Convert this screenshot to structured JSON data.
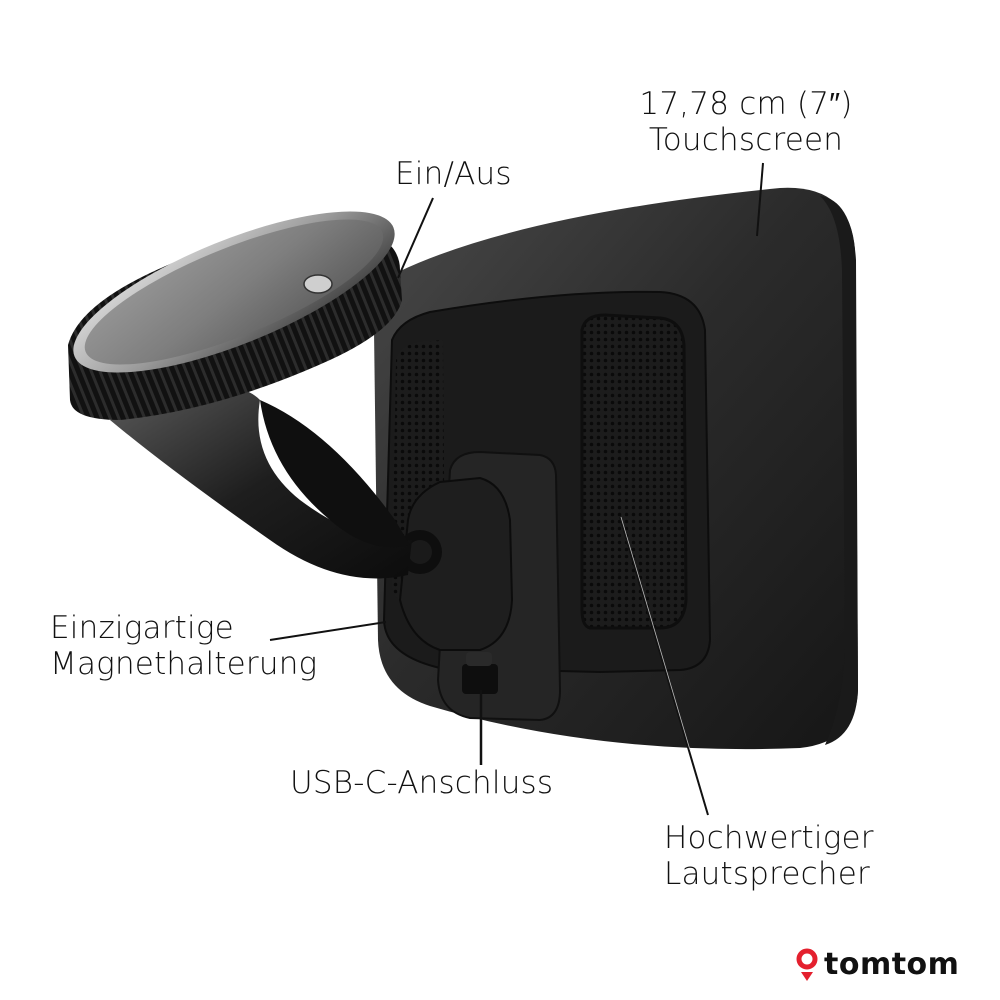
{
  "callouts": {
    "touchscreen": {
      "line1": "17,78 cm (7″)",
      "line2": "Touchscreen"
    },
    "power": {
      "line1": "Ein/Aus"
    },
    "magnet_mount": {
      "line1": "Einzigartige",
      "line2": "Magnethalterung"
    },
    "usb": {
      "line1": "USB-C-Anschluss"
    },
    "speaker": {
      "line1": "Hochwertiger",
      "line2": "Lautsprecher"
    }
  },
  "brand": {
    "name": "tomtom",
    "icon": "location-pin-icon",
    "accent_color": "#e4202e"
  },
  "colors": {
    "background": "#ffffff",
    "text": "#111111",
    "device_body": "#2a2a2a",
    "device_dark": "#121212"
  }
}
